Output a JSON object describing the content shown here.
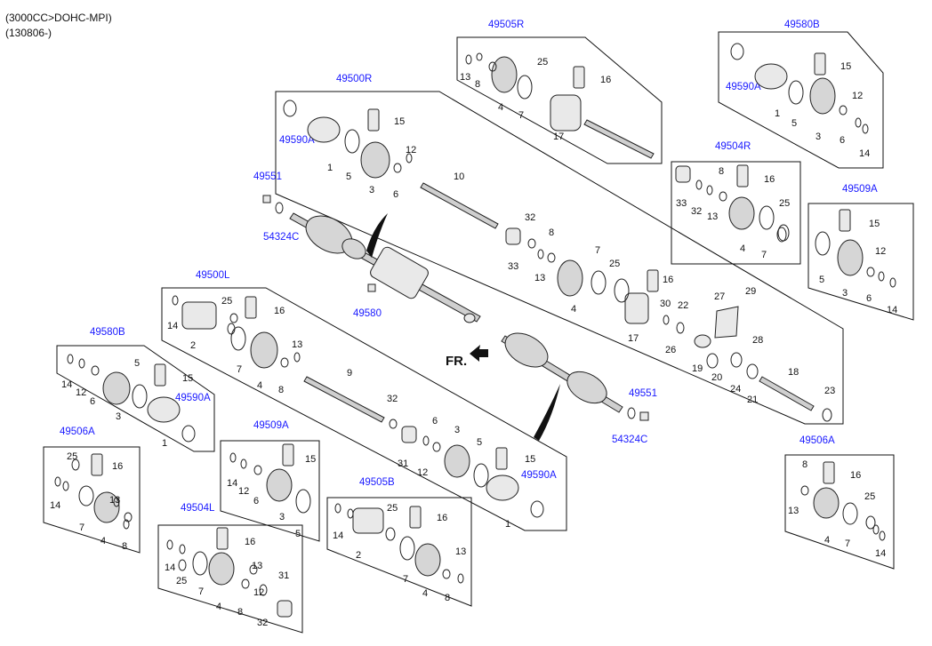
{
  "header": {
    "engine": "(3000CC>DOHC-MPI)",
    "date_range": "(130806-)"
  },
  "direction_label": "FR.",
  "assemblies": [
    "49505R",
    "49580B",
    "49500R",
    "49504R",
    "49509A",
    "49551",
    "54324C",
    "49580",
    "49500L",
    "49580B",
    "49509A",
    "49506A",
    "49504L",
    "49505B",
    "49506A",
    "49551",
    "54324C",
    "49590A"
  ],
  "labels": {
    "a49505R": "49505R",
    "a49580B_r": "49580B",
    "a49500R": "49500R",
    "a49504R": "49504R",
    "a49509A_r": "49509A",
    "a49551_top": "49551",
    "a54324C_top": "54324C",
    "a49580": "49580",
    "a49500L": "49500L",
    "a49580B_l": "49580B",
    "a49509A_l": "49509A",
    "a49506A_l": "49506A",
    "a49504L": "49504L",
    "a49505B": "49505B",
    "a49506A_r": "49506A",
    "a49551_bot": "49551",
    "a54324C_bot": "54324C",
    "a49590A_1": "49590A",
    "a49590A_2": "49590A",
    "a49590A_3": "49590A",
    "a49590A_4": "49590A",
    "p1": "1",
    "p2": "2",
    "p3": "3",
    "p4": "4",
    "p5": "5",
    "p6": "6",
    "p7": "7",
    "p8": "8",
    "p9": "9",
    "p10": "10",
    "p12": "12",
    "p13": "13",
    "p14": "14",
    "p15": "15",
    "p16": "16",
    "p17": "17",
    "p18": "18",
    "p19": "19",
    "p20": "20",
    "p21": "21",
    "p22": "22",
    "p23": "23",
    "p24": "24",
    "p25": "25",
    "p26": "26",
    "p27": "27",
    "p28": "28",
    "p29": "29",
    "p30": "30",
    "p31": "31",
    "p32": "32",
    "p33": "33"
  }
}
